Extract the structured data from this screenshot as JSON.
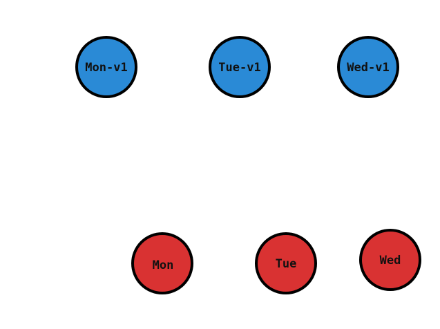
{
  "colors": {
    "blue": "#2a8ad6",
    "red": "#d93232",
    "outline": "#000000",
    "background": "#ffffff"
  },
  "nodes": {
    "mon_v1": {
      "label": "Mon-v1",
      "color": "blue"
    },
    "tue_v1": {
      "label": "Tue-v1",
      "color": "blue"
    },
    "wed_v1": {
      "label": "Wed-v1",
      "color": "blue"
    },
    "mon": {
      "label": "Mon",
      "color": "red"
    },
    "tue": {
      "label": "Tue",
      "color": "red"
    },
    "wed": {
      "label": "Wed",
      "color": "red"
    }
  }
}
